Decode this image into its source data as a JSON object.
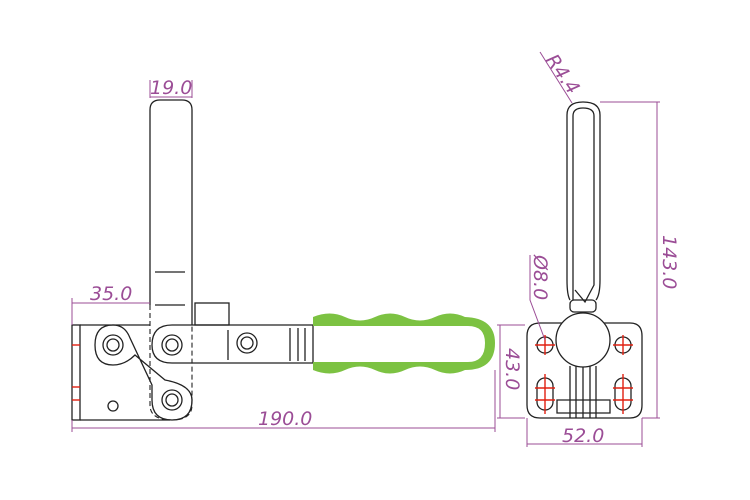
{
  "drawing": {
    "title": "Vertical toggle clamp drawing",
    "colors": {
      "dimension": "#9b4d96",
      "grip": "#7cc242",
      "centerline": "#e02010",
      "outline": "#222222"
    },
    "side_view": {
      "dim_handle_width": "19.0",
      "dim_base_offset": "35.0",
      "dim_total_length": "190.0",
      "dim_base_height": "43.0"
    },
    "front_view": {
      "dim_radius": "R4.4",
      "dim_hole_diameter": "Ø8.0",
      "dim_total_height": "143.0",
      "dim_base_width": "52.0"
    }
  }
}
